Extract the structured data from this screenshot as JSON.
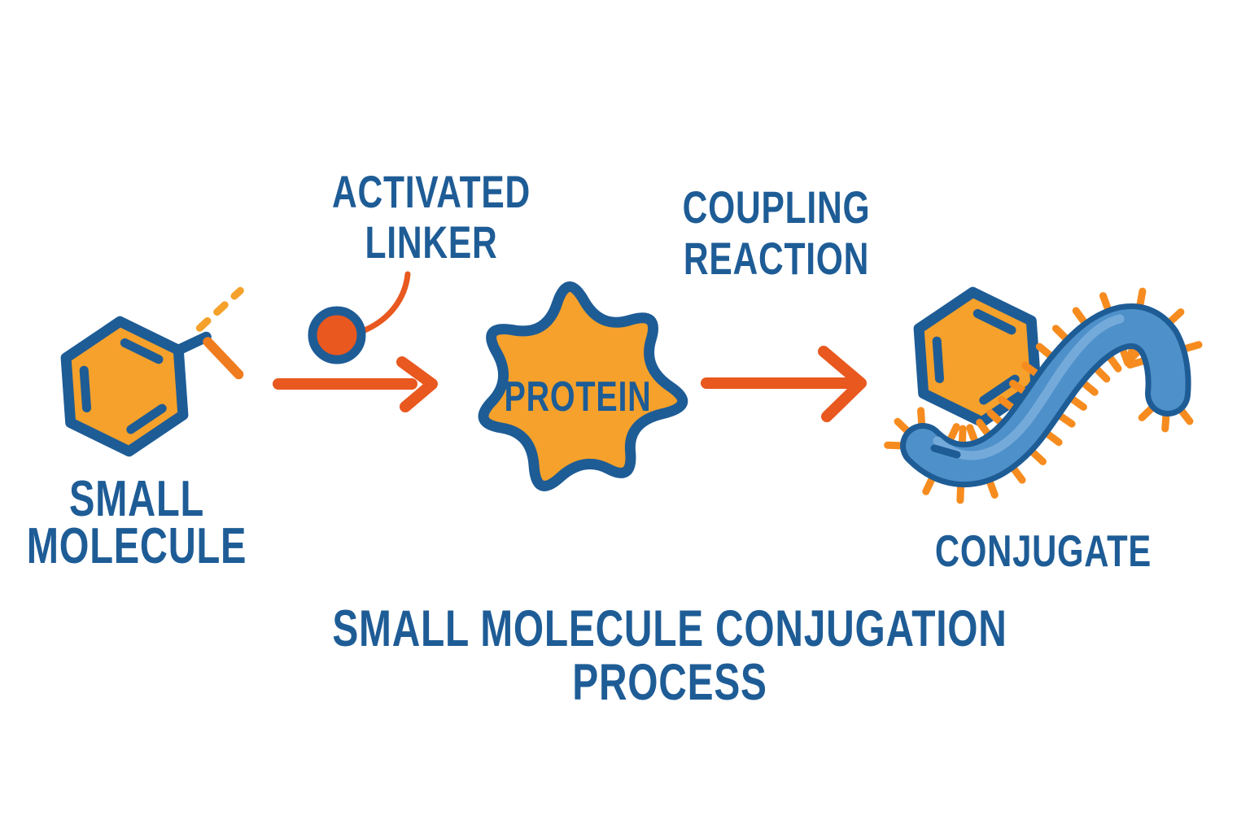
{
  "title": "SMALL MOLECULE CONJUGATION PROCESS",
  "labels": {
    "small_molecule_line1": "SMALL",
    "small_molecule_line2": "MOLECULE",
    "activated_linker_line1": "ACTIVATED",
    "activated_linker_line2": "LINKER",
    "coupling_reaction_line1": "COUPLING",
    "coupling_reaction_line2": "REACTION",
    "protein": "PROTEIN",
    "conjugate": "CONJUGATE"
  },
  "icons": {
    "small_molecule": "benzene-ring-icon",
    "activated_linker": "linker-dot-icon",
    "protein": "protein-blob-icon",
    "coupling_arrow": "reaction-arrow-icon",
    "conjugate": "conjugate-worm-icon"
  },
  "colors": {
    "blue": "#1E5C96",
    "orange_fill": "#F5A12B",
    "orange_red": "#E8581F",
    "orange_mid": "#EF7D1F",
    "spike": "#F68C1F",
    "worm_blue": "#4E90CA",
    "worm_highlight": "#79ADDC",
    "background": "#FFFFFF"
  }
}
